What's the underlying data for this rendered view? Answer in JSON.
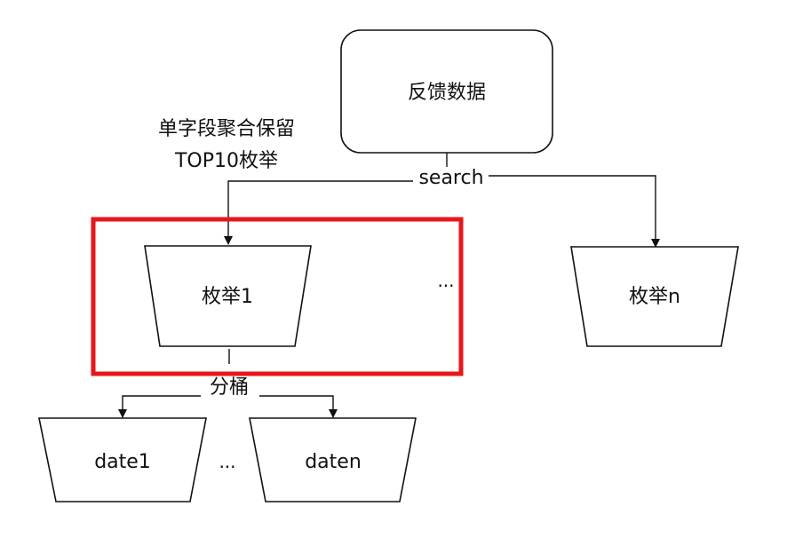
{
  "source_node": {
    "label": "反馈数据"
  },
  "note": {
    "line1": "单字段聚合保留",
    "line2": "TOP10枚举"
  },
  "edges": {
    "search_label": "search",
    "bucket_label": "分桶"
  },
  "enum_nodes": [
    {
      "label": "枚举1"
    },
    {
      "label": "枚举n"
    }
  ],
  "date_nodes": [
    {
      "label": "date1"
    },
    {
      "label": "daten"
    }
  ],
  "ellipsis": "..."
}
